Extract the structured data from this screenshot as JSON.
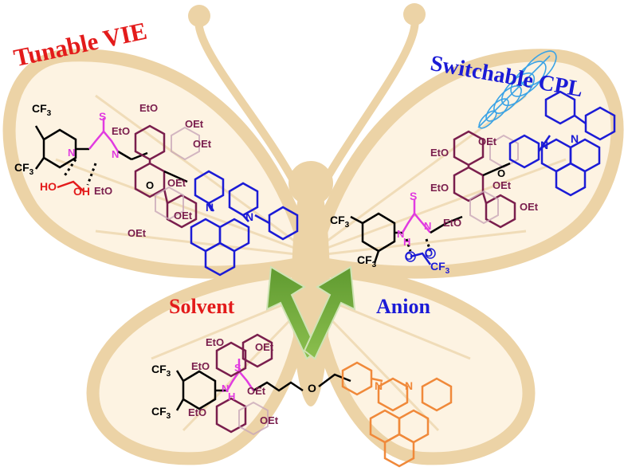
{
  "labels": {
    "tunable": "Tunable VIE",
    "switchable": "Switchable CPL",
    "solvent": "Solvent",
    "anion": "Anion"
  },
  "chem": {
    "cf3": "CF",
    "three": "3",
    "oet": "OEt",
    "eto": "EtO",
    "n": "N",
    "h": "H",
    "s": "S",
    "o": "O",
    "ho": "HO",
    "oh": "OH"
  },
  "colors": {
    "butterfly": "#ecd3a6",
    "butterfly_dark": "#e3c187",
    "tunable": "#e31b1b",
    "switchable": "#1b1bd6",
    "solvent": "#e31b1b",
    "anion": "#1b1bd6",
    "arrow": "#6ba33a",
    "pillararene": "#7a1e4d",
    "thiourea": "#e13be0",
    "acridine_blue": "#1b1bd6",
    "acridine_orange": "#f0893a",
    "glycol": "#e31b1b",
    "helix": "#3aa3e6"
  }
}
